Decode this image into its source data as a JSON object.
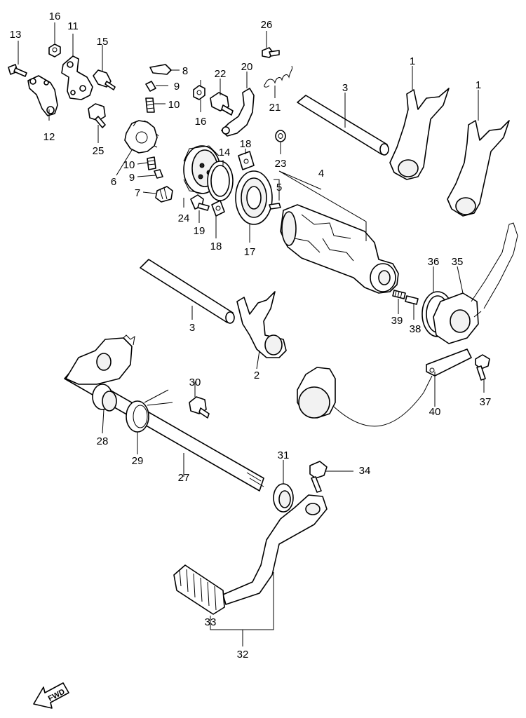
{
  "callouts": [
    {
      "id": "c1a",
      "text": "1"
    },
    {
      "id": "c1b",
      "text": "1"
    },
    {
      "id": "c2",
      "text": "2"
    },
    {
      "id": "c3a",
      "text": "3"
    },
    {
      "id": "c3b",
      "text": "3"
    },
    {
      "id": "c4",
      "text": "4"
    },
    {
      "id": "c5",
      "text": "5"
    },
    {
      "id": "c6",
      "text": "6"
    },
    {
      "id": "c7",
      "text": "7"
    },
    {
      "id": "c8",
      "text": "8"
    },
    {
      "id": "c9a",
      "text": "9"
    },
    {
      "id": "c9b",
      "text": "9"
    },
    {
      "id": "c10a",
      "text": "10"
    },
    {
      "id": "c10b",
      "text": "10"
    },
    {
      "id": "c11",
      "text": "11"
    },
    {
      "id": "c12",
      "text": "12"
    },
    {
      "id": "c13",
      "text": "13"
    },
    {
      "id": "c14",
      "text": "14"
    },
    {
      "id": "c15",
      "text": "15"
    },
    {
      "id": "c16a",
      "text": "16"
    },
    {
      "id": "c16b",
      "text": "16"
    },
    {
      "id": "c17",
      "text": "17"
    },
    {
      "id": "c18a",
      "text": "18"
    },
    {
      "id": "c18b",
      "text": "18"
    },
    {
      "id": "c19",
      "text": "19"
    },
    {
      "id": "c20",
      "text": "20"
    },
    {
      "id": "c21",
      "text": "21"
    },
    {
      "id": "c22",
      "text": "22"
    },
    {
      "id": "c23",
      "text": "23"
    },
    {
      "id": "c24",
      "text": "24"
    },
    {
      "id": "c25",
      "text": "25"
    },
    {
      "id": "c26",
      "text": "26"
    },
    {
      "id": "c27",
      "text": "27"
    },
    {
      "id": "c28",
      "text": "28"
    },
    {
      "id": "c29",
      "text": "29"
    },
    {
      "id": "c30",
      "text": "30"
    },
    {
      "id": "c31",
      "text": "31"
    },
    {
      "id": "c32",
      "text": "32"
    },
    {
      "id": "c33",
      "text": "33"
    },
    {
      "id": "c34",
      "text": "34"
    },
    {
      "id": "c35",
      "text": "35"
    },
    {
      "id": "c36",
      "text": "36"
    },
    {
      "id": "c37",
      "text": "37"
    },
    {
      "id": "c38",
      "text": "38"
    },
    {
      "id": "c39",
      "text": "39"
    },
    {
      "id": "c40",
      "text": "40"
    }
  ],
  "fwd_label": "FWD",
  "colors": {
    "line": "#000000",
    "background": "#ffffff",
    "fill_shade": "#f2f2f2"
  }
}
